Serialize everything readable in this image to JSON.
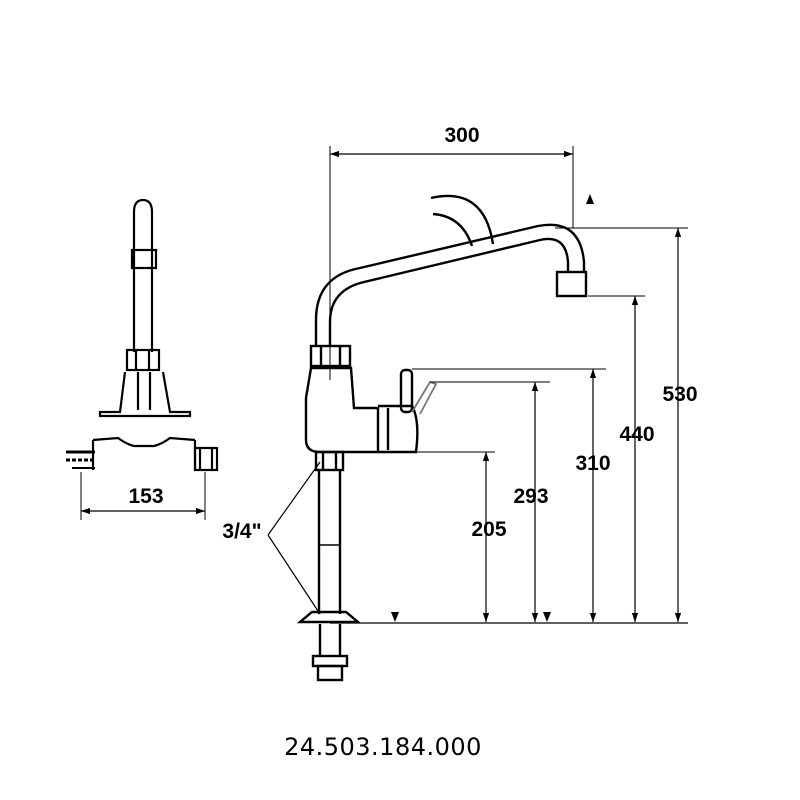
{
  "dimensions": {
    "spout_reach": "300",
    "overall_height": "530",
    "spout_outlet_height": "440",
    "lever_top_height": "310",
    "lever_tip_height": "293",
    "body_bottom_height": "205",
    "bracket_width": "153",
    "thread_size": "3/4\""
  },
  "article_number": "24.503.184.000",
  "colors": {
    "line": "#000000",
    "background": "#ffffff"
  }
}
